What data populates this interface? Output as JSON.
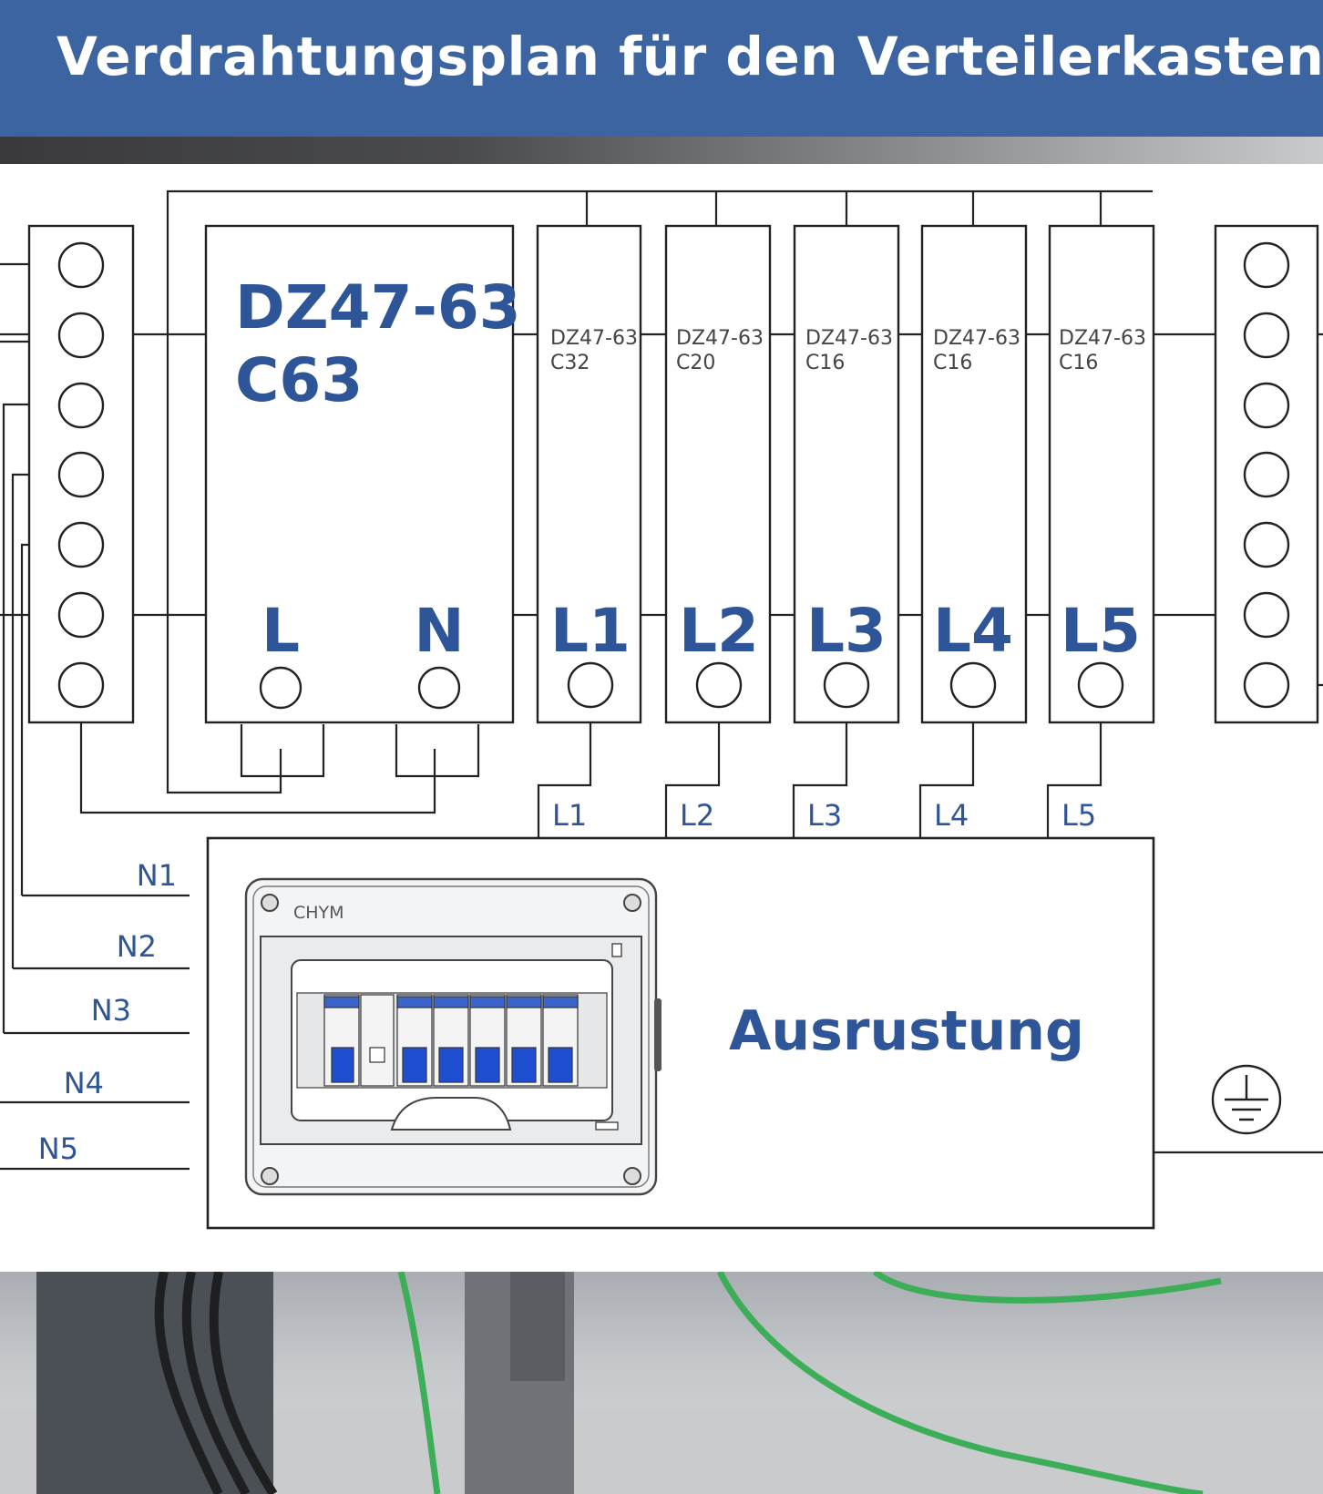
{
  "title": "Verdrahtungsplan für den Verteilerkasten",
  "main_breaker": {
    "model": "DZ47-63",
    "rating": "C63",
    "terminal_l": "L",
    "terminal_n": "N"
  },
  "branch_breakers": [
    {
      "model": "DZ47-63",
      "rating": "C32",
      "label": "L1"
    },
    {
      "model": "DZ47-63",
      "rating": "C20",
      "label": "L2"
    },
    {
      "model": "DZ47-63",
      "rating": "C16",
      "label": "L3"
    },
    {
      "model": "DZ47-63",
      "rating": "C16",
      "label": "L4"
    },
    {
      "model": "DZ47-63",
      "rating": "C16",
      "label": "L5"
    }
  ],
  "line_outputs": [
    "L1",
    "L2",
    "L3",
    "L4",
    "L5"
  ],
  "neutral_outputs": [
    "N1",
    "N2",
    "N3",
    "N4",
    "N5"
  ],
  "equipment_label": "Ausrustung",
  "enclosure_brand": "CHYM",
  "colors": {
    "header": "#3b64a1",
    "label_blue": "#2e5597",
    "line": "#222222"
  },
  "icons": [
    "ground-icon"
  ]
}
